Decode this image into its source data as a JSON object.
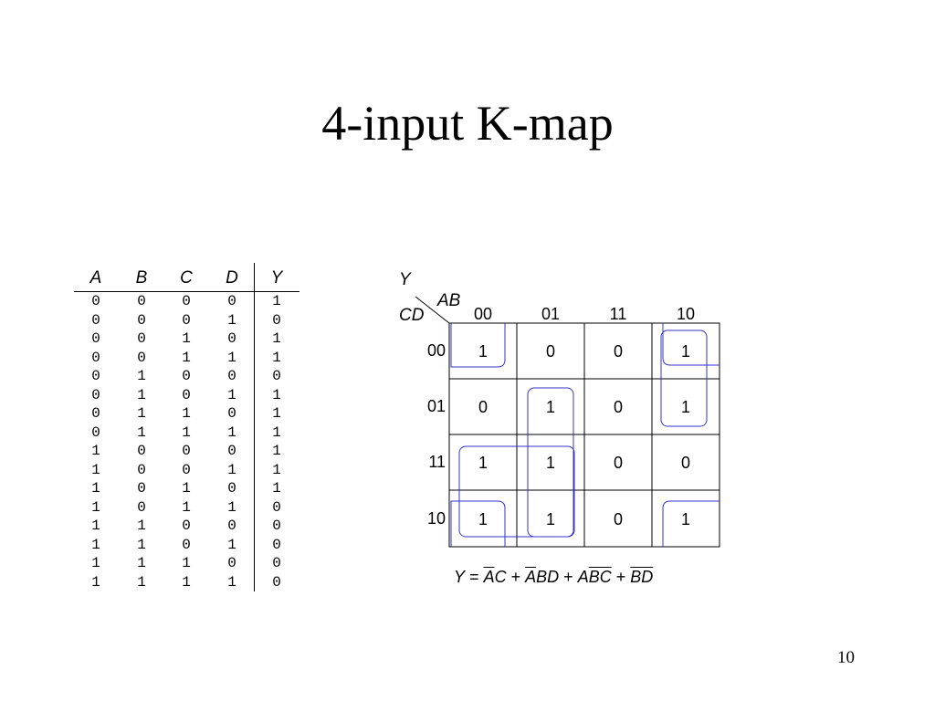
{
  "slide": {
    "title": "4-input K-map",
    "page_number": "10"
  },
  "truth_table": {
    "headers": [
      "A",
      "B",
      "C",
      "D",
      "Y"
    ],
    "rows": [
      [
        "0",
        "0",
        "0",
        "0",
        "1"
      ],
      [
        "0",
        "0",
        "0",
        "1",
        "0"
      ],
      [
        "0",
        "0",
        "1",
        "0",
        "1"
      ],
      [
        "0",
        "0",
        "1",
        "1",
        "1"
      ],
      [
        "0",
        "1",
        "0",
        "0",
        "0"
      ],
      [
        "0",
        "1",
        "0",
        "1",
        "1"
      ],
      [
        "0",
        "1",
        "1",
        "0",
        "1"
      ],
      [
        "0",
        "1",
        "1",
        "1",
        "1"
      ],
      [
        "1",
        "0",
        "0",
        "0",
        "1"
      ],
      [
        "1",
        "0",
        "0",
        "1",
        "1"
      ],
      [
        "1",
        "0",
        "1",
        "0",
        "1"
      ],
      [
        "1",
        "0",
        "1",
        "1",
        "0"
      ],
      [
        "1",
        "1",
        "0",
        "0",
        "0"
      ],
      [
        "1",
        "1",
        "0",
        "1",
        "0"
      ],
      [
        "1",
        "1",
        "1",
        "0",
        "0"
      ],
      [
        "1",
        "1",
        "1",
        "1",
        "0"
      ]
    ]
  },
  "kmap": {
    "output_label": "Y",
    "col_var_label": "AB",
    "row_var_label": "CD",
    "col_headers": [
      "00",
      "01",
      "11",
      "10"
    ],
    "row_headers": [
      "00",
      "01",
      "11",
      "10"
    ],
    "cells": [
      [
        "1",
        "0",
        "0",
        "1"
      ],
      [
        "0",
        "1",
        "0",
        "1"
      ],
      [
        "1",
        "1",
        "0",
        "0"
      ],
      [
        "1",
        "1",
        "0",
        "1"
      ]
    ],
    "grouping_color": "#3333cc",
    "equation": {
      "lhs": "Y",
      "eq": "=",
      "plus": "+",
      "t1a": "A",
      "t1b": "C",
      "t2a": "A",
      "t2b": "B",
      "t2c": "D",
      "t3a": "A",
      "t3b": "B",
      "t3c": "C",
      "t4a": "B",
      "t4b": "D"
    }
  }
}
